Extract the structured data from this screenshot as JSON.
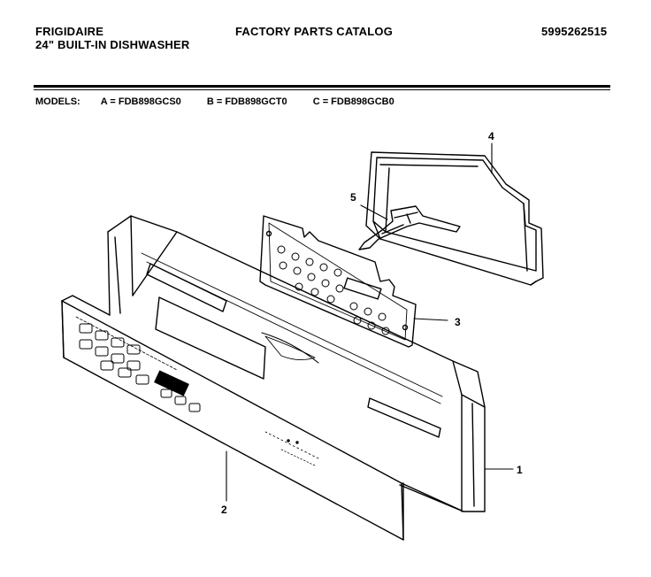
{
  "header": {
    "brand": "FRIGIDAIRE",
    "subtitle": "24\" BUILT-IN DISHWASHER",
    "catalog": "FACTORY PARTS CATALOG",
    "part_number": "5995262515"
  },
  "models": {
    "label": "MODELS:",
    "items": [
      "A = FDB898GCS0",
      "B = FDB898GCT0",
      "C = FDB898GCB0"
    ]
  },
  "callouts": {
    "c1": "1",
    "c2": "2",
    "c3": "3",
    "c4": "4",
    "c5": "5"
  }
}
